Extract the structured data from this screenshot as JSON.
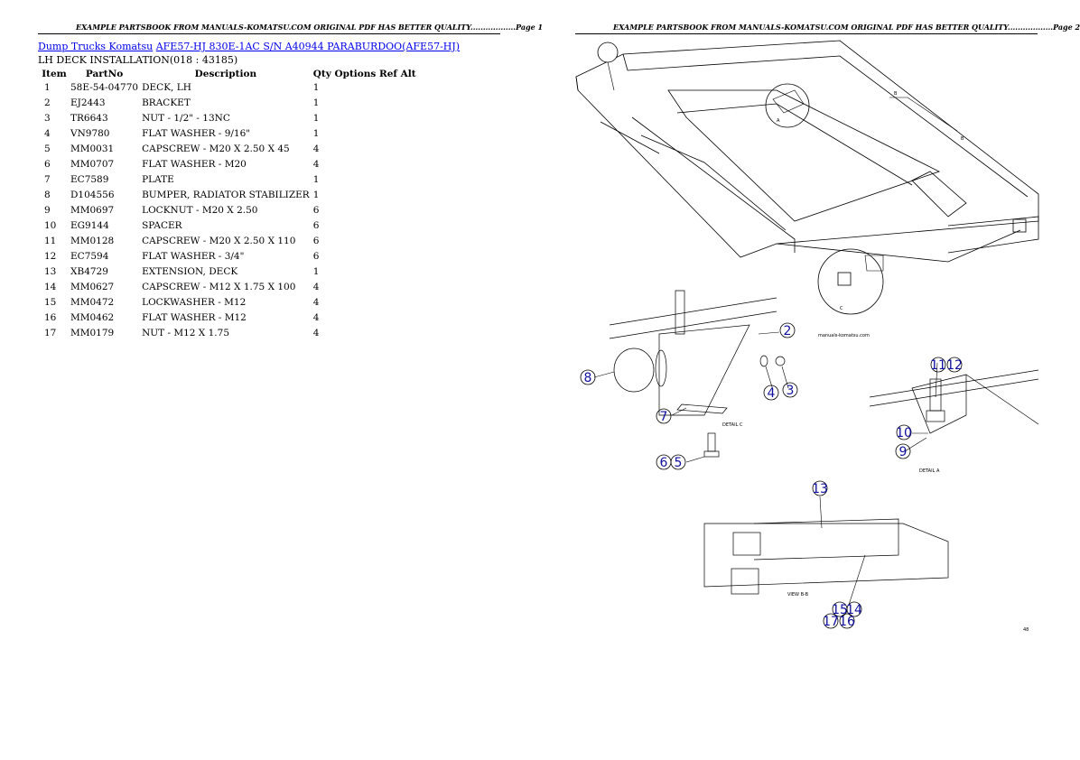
{
  "page1": {
    "header": "EXAMPLE PARTSBOOK FROM MANUALS-KOMATSU.COM ORIGINAL PDF HAS BETTER QUALITY..................Page 1",
    "breadcrumb": {
      "link1": "Dump Trucks Komatsu",
      "link2": "AFE57-HJ 830E-1AC S/N A40944 PARABURDOO(AFE57-HJ)"
    },
    "subtitle": "LH DECK INSTALLATION(018 : 43185)",
    "table": {
      "headers": {
        "item": "Item",
        "partno": "PartNo",
        "description": "Description",
        "qty": "Qty Options Ref Alt"
      },
      "rows": [
        {
          "item": "1",
          "partno": "58E-54-04770",
          "description": "DECK, LH",
          "qty": "1"
        },
        {
          "item": "2",
          "partno": "EJ2443",
          "description": "BRACKET",
          "qty": "1"
        },
        {
          "item": "3",
          "partno": "TR6643",
          "description": "NUT - 1/2\" - 13NC",
          "qty": "1"
        },
        {
          "item": "4",
          "partno": "VN9780",
          "description": "FLAT WASHER - 9/16\"",
          "qty": "1"
        },
        {
          "item": "5",
          "partno": "MM0031",
          "description": "CAPSCREW - M20 X 2.50 X 45",
          "qty": "4"
        },
        {
          "item": "6",
          "partno": "MM0707",
          "description": "FLAT WASHER - M20",
          "qty": "4"
        },
        {
          "item": "7",
          "partno": "EC7589",
          "description": "PLATE",
          "qty": "1"
        },
        {
          "item": "8",
          "partno": "D104556",
          "description": "BUMPER, RADIATOR STABILIZER",
          "qty": "1"
        },
        {
          "item": "9",
          "partno": "MM0697",
          "description": "LOCKNUT - M20 X 2.50",
          "qty": "6"
        },
        {
          "item": "10",
          "partno": "EG9144",
          "description": "SPACER",
          "qty": "6"
        },
        {
          "item": "11",
          "partno": "MM0128",
          "description": "CAPSCREW - M20 X 2.50 X 110",
          "qty": "6"
        },
        {
          "item": "12",
          "partno": "EC7594",
          "description": "FLAT WASHER - 3/4\"",
          "qty": "6"
        },
        {
          "item": "13",
          "partno": "XB4729",
          "description": "EXTENSION, DECK",
          "qty": "1"
        },
        {
          "item": "14",
          "partno": "MM0627",
          "description": "CAPSCREW - M12 X 1.75 X 100",
          "qty": "4"
        },
        {
          "item": "15",
          "partno": "MM0472",
          "description": "LOCKWASHER - M12",
          "qty": "4"
        },
        {
          "item": "16",
          "partno": "MM0462",
          "description": "FLAT WASHER - M12",
          "qty": "4"
        },
        {
          "item": "17",
          "partno": "MM0179",
          "description": "NUT - M12 X 1.75",
          "qty": "4"
        }
      ]
    }
  },
  "page2": {
    "header": "EXAMPLE PARTSBOOK FROM MANUALS-KOMATSU.COM ORIGINAL PDF HAS BETTER QUALITY..................Page 2",
    "drawing": {
      "callouts": [
        "8",
        "2",
        "4",
        "3",
        "7",
        "6",
        "5",
        "11",
        "12",
        "10",
        "9",
        "13",
        "15",
        "14",
        "17",
        "16"
      ],
      "labels": {
        "detail_c": "DETAIL C",
        "detail_a": "DETAIL A",
        "view_bb": "VIEW B-B",
        "watermark": "manuals-komatsu.com",
        "corner": "48",
        "a": "A",
        "b1": "B",
        "b2": "B",
        "c": "C"
      }
    }
  }
}
